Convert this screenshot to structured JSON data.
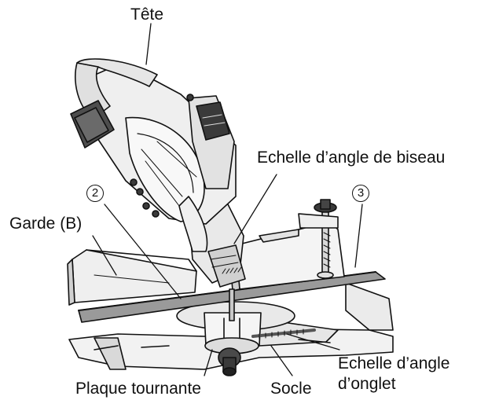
{
  "labels": {
    "tete": "Tête",
    "echelle_biseau": "Echelle d’angle de biseau",
    "garde_b": "Garde (B)",
    "plaque_tournante": "Plaque tournante",
    "socle": "Socle",
    "echelle_onglet_line1": "Echelle d’angle",
    "echelle_onglet_line2": "d’onglet"
  },
  "callouts": {
    "two": "2",
    "three": "3"
  },
  "colors": {
    "ink": "#111111",
    "body_fill": "#f2f2f2",
    "shade": "#c8c8c8",
    "dark": "#3a3a3a",
    "fence_bar": "#9a9a9a"
  }
}
